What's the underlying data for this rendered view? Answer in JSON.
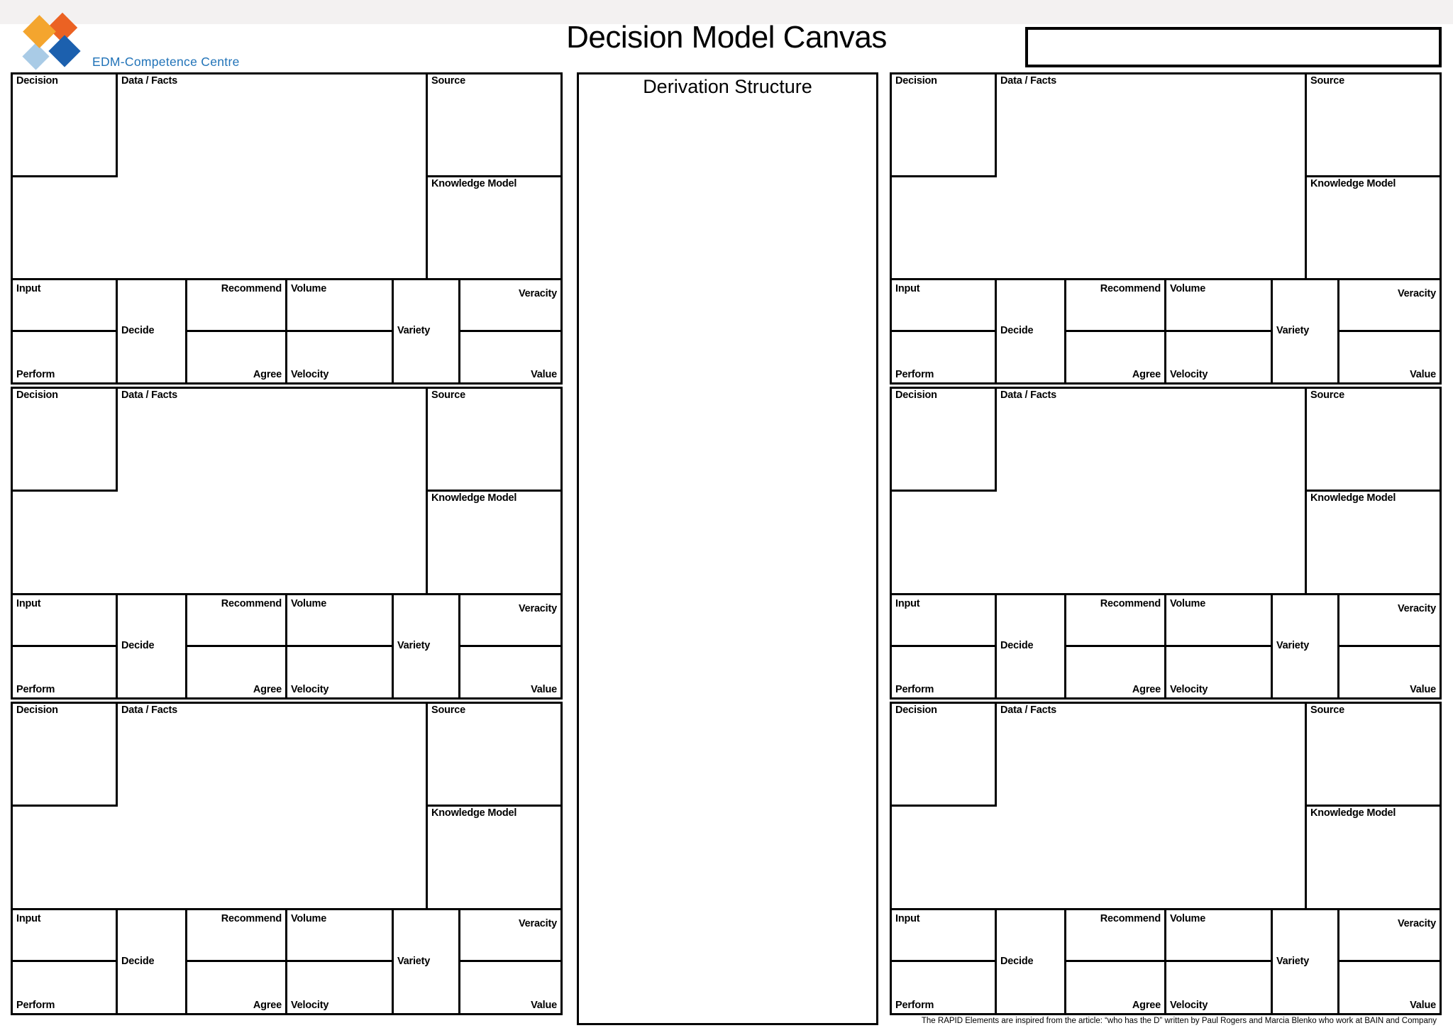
{
  "header": {
    "logo_text": "EDM-Competence Centre",
    "title": "Decision Model Canvas",
    "note_box_value": ""
  },
  "derivation": {
    "title": "Derivation Structure"
  },
  "block_labels": {
    "decision": "Decision",
    "data_facts": "Data / Facts",
    "source": "Source",
    "knowledge_model": "Knowledge Model",
    "input": "Input",
    "decide": "Decide",
    "recommend": "Recommend",
    "volume": "Volume",
    "variety": "Variety",
    "veracity": "Veracity",
    "perform": "Perform",
    "agree": "Agree",
    "velocity": "Velocity",
    "value": "Value"
  },
  "footnote": "The RAPID Elements are inspired from the article: “who has the D” written by Paul Rogers and Marcia Blenko who work at BAIN and Company",
  "colors": {
    "logo_orange": "#EB6223",
    "logo_amber": "#F4A52E",
    "logo_light_blue": "#A9CBE6",
    "logo_dark_blue": "#1C60AE",
    "logo_text_blue": "#2173B8",
    "border_black": "#000000"
  }
}
